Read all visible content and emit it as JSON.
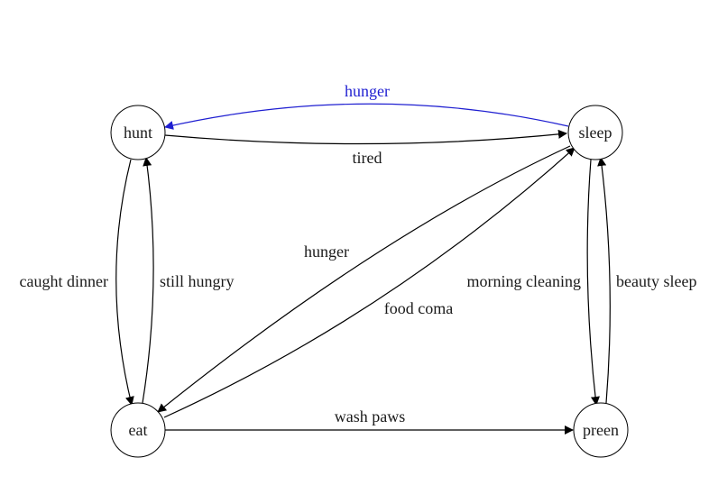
{
  "diagram": {
    "nodes": [
      {
        "id": "hunt",
        "label": "hunt"
      },
      {
        "id": "sleep",
        "label": "sleep"
      },
      {
        "id": "eat",
        "label": "eat"
      },
      {
        "id": "preen",
        "label": "preen"
      }
    ],
    "edges": [
      {
        "id": "sleep-hunt",
        "from": "sleep",
        "to": "hunt",
        "label": "hunger",
        "color": "#1f1fd1"
      },
      {
        "id": "hunt-sleep",
        "from": "hunt",
        "to": "sleep",
        "label": "tired",
        "color": "#000000"
      },
      {
        "id": "hunt-eat",
        "from": "hunt",
        "to": "eat",
        "label": "caught dinner",
        "color": "#000000"
      },
      {
        "id": "eat-hunt",
        "from": "eat",
        "to": "hunt",
        "label": "still hungry",
        "color": "#000000"
      },
      {
        "id": "sleep-eat",
        "from": "sleep",
        "to": "eat",
        "label": "hunger",
        "color": "#000000"
      },
      {
        "id": "eat-sleep",
        "from": "eat",
        "to": "sleep",
        "label": "food coma",
        "color": "#000000"
      },
      {
        "id": "sleep-preen",
        "from": "sleep",
        "to": "preen",
        "label": "morning cleaning",
        "color": "#000000"
      },
      {
        "id": "preen-sleep",
        "from": "preen",
        "to": "sleep",
        "label": "beauty sleep",
        "color": "#000000"
      },
      {
        "id": "eat-preen",
        "from": "eat",
        "to": "preen",
        "label": "wash paws",
        "color": "#000000"
      }
    ]
  }
}
